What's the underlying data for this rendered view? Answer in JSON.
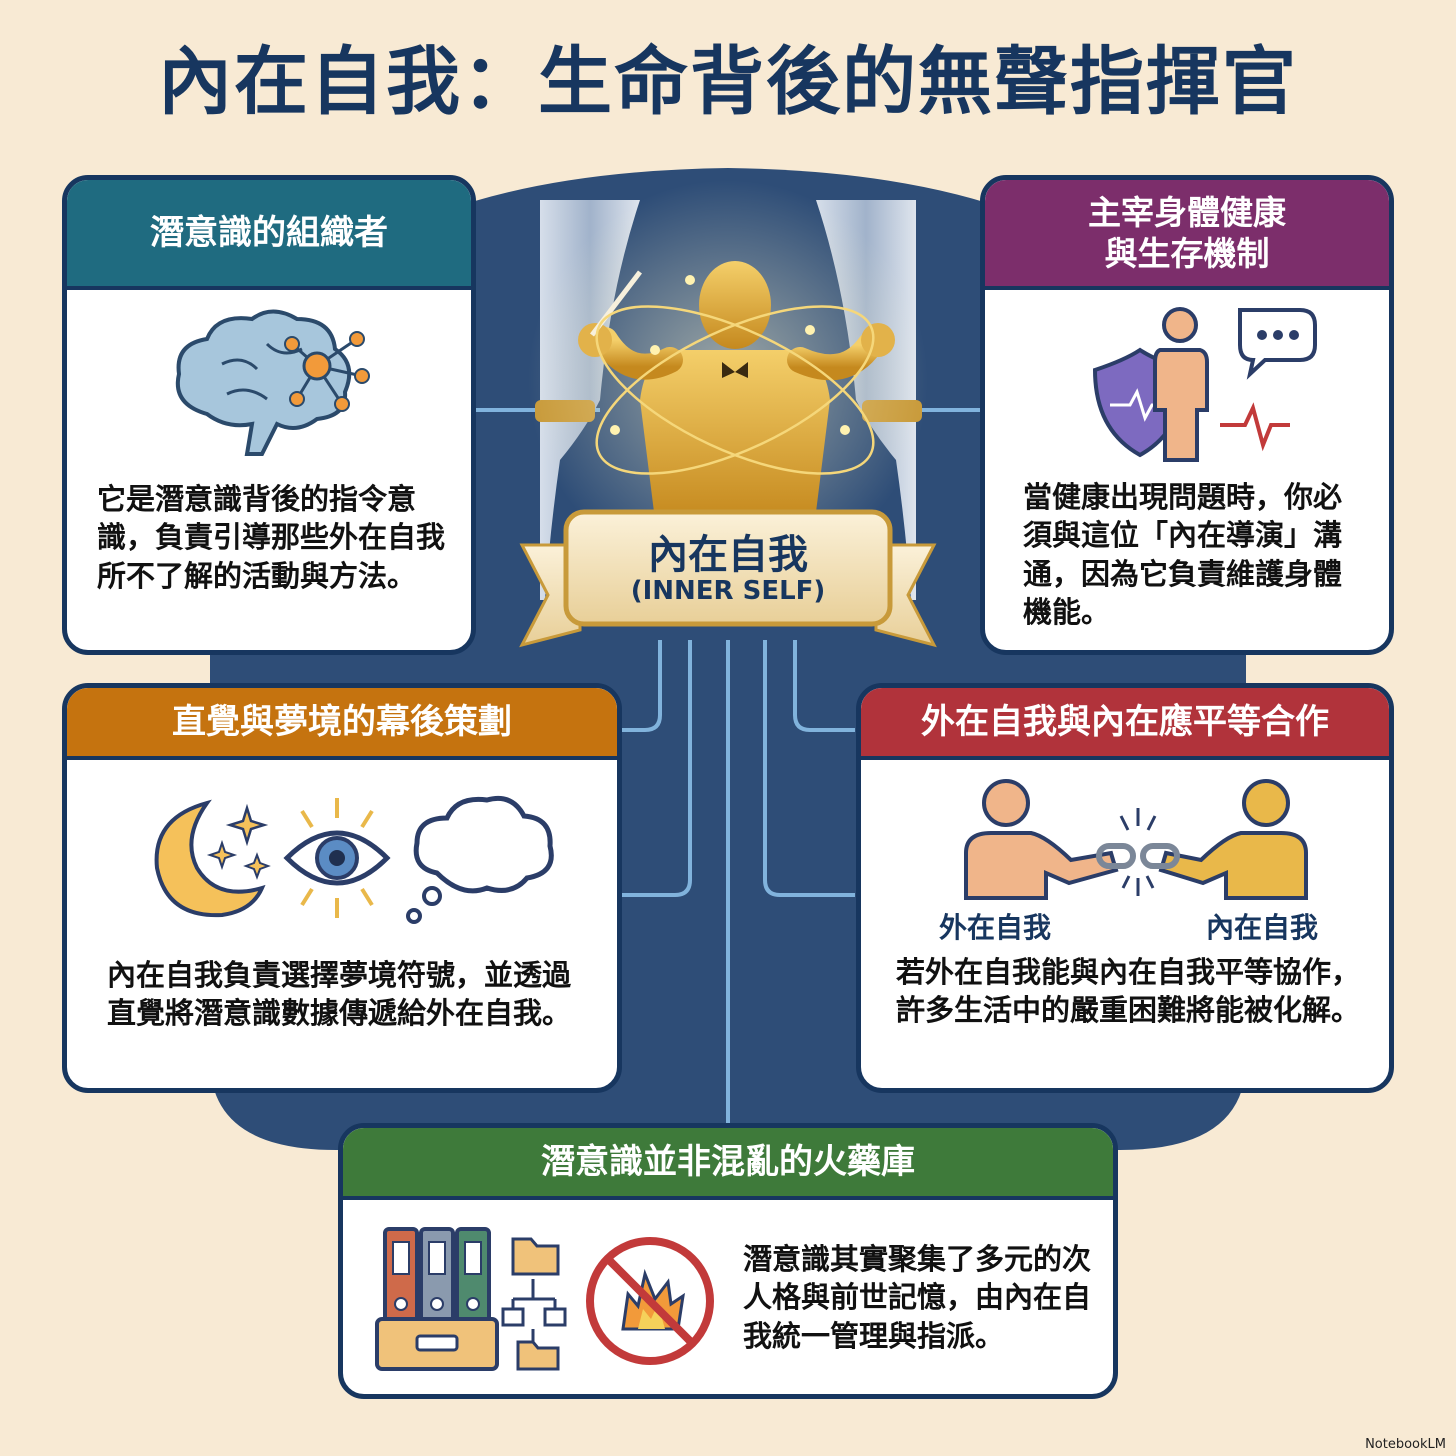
{
  "title": "內在自我：生命背後的無聲指揮官",
  "center": {
    "title": "內在自我",
    "subtitle": "(INNER SELF)"
  },
  "cards": {
    "organizer": {
      "heading": "潛意識的組織者",
      "text": "它是潛意識背後的指令意識，負責引導那些外在自我所不了解的活動與方法。",
      "color": "#1f6b80"
    },
    "health": {
      "heading_line1": "主宰身體健康",
      "heading_line2": "與生存機制",
      "text": "當健康出現問題時，你必須與這位「內在導演」溝通，因為它負責維護身體機能。",
      "color": "#7c2e6b"
    },
    "dreams": {
      "heading": "直覺與夢境的幕後策劃",
      "text": "內在自我負責選擇夢境符號，並透過直覺將潛意識數據傳遞給外在自我。",
      "color": "#c5730f"
    },
    "cooperation": {
      "heading": "外在自我與內在應平等合作",
      "label_left": "外在自我",
      "label_right": "內在自我",
      "text": "若外在自我能與內在自我平等協作，許多生活中的嚴重困難將能被化解。",
      "color": "#b1333b"
    },
    "arsenal": {
      "heading": "潛意識並非混亂的火藥庫",
      "text": "潛意識其實聚集了多元的次人格與前世記憶，由內在自我統一管理與指派。",
      "color": "#3e7a3a"
    }
  },
  "badge": "NotebookLM",
  "colors": {
    "navy": "#17365f",
    "panel": "#2e4d77",
    "gold": "#d9a43a",
    "background": "#f8ead4"
  }
}
